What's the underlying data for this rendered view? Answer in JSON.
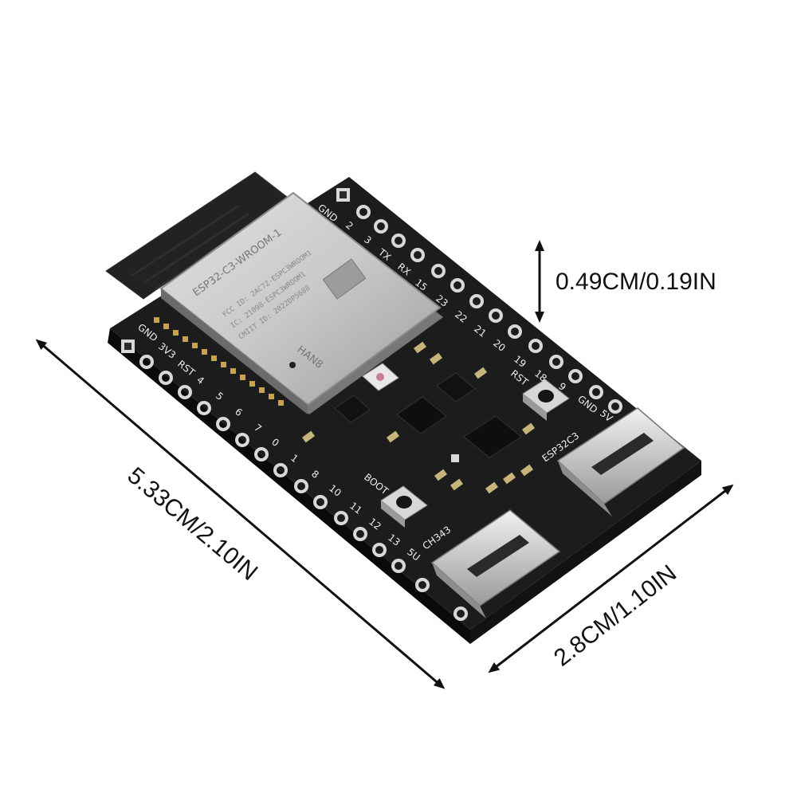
{
  "dimensions": {
    "length": "5.33CM/2.10IN",
    "width": "2.8CM/1.10IN",
    "height": "0.49CM/0.19IN"
  },
  "board": {
    "module_name": "ESP32-C3-WROOM-1",
    "module_mark": "HAN8",
    "module_fine_print": [
      "FCC ID: 2AC7Z-ESPC3WROOM1",
      "IC: 21098-ESPC3WROOM1",
      "CMIIT ID: 2022DP5688"
    ],
    "button_rst": "RST",
    "button_boot": "BOOT",
    "usb_esp": "ESP32C3",
    "usb_ch": "CH343",
    "right_header_pins": [
      "GND",
      "2",
      "3",
      "TX",
      "RX",
      "15",
      "23",
      "22",
      "21",
      "20",
      "19",
      "18",
      "9",
      "GND",
      "5V"
    ],
    "left_header_pins": [
      "GND",
      "3V3",
      "RST",
      "4",
      "5",
      "6",
      "7",
      "0",
      "1",
      "8",
      "10",
      "11",
      "12",
      "13",
      "5U"
    ]
  },
  "colors": {
    "pcb": "#1c1c1c",
    "pcb_edge": "#0a0a0a",
    "shield": "#bfbfbf",
    "arrow": "#111111"
  }
}
